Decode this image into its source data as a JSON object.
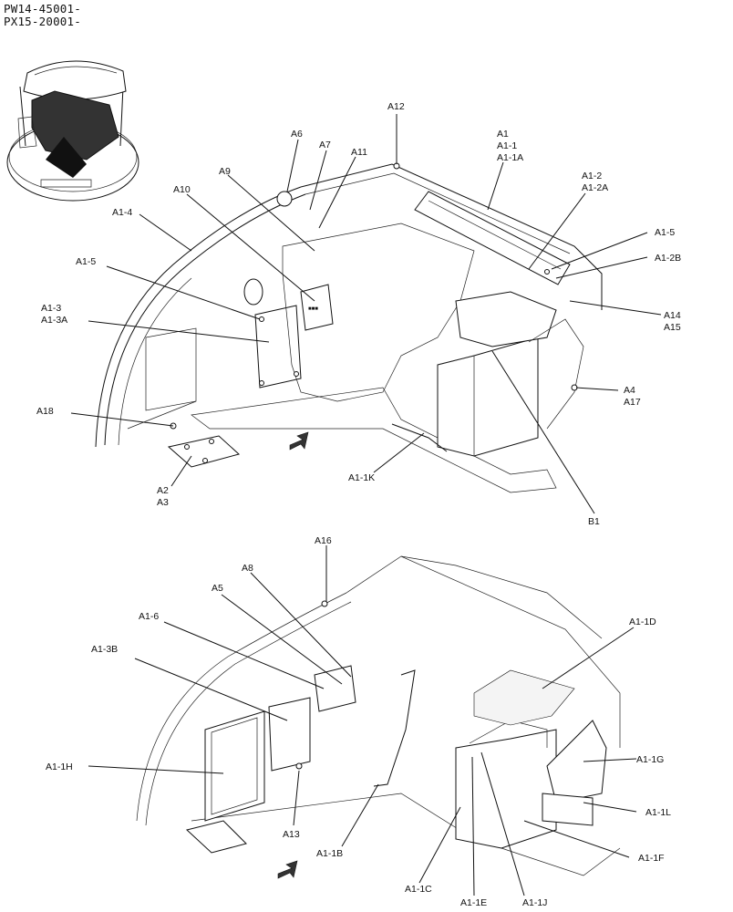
{
  "header": {
    "line1": "PW14-45001-",
    "line2": "PX15-20001-"
  },
  "callouts": {
    "A1": "A1",
    "A1_1": "A1-1",
    "A1_1A": "A1-1A",
    "A1_2": "A1-2",
    "A1_2A": "A1-2A",
    "A1_2B": "A1-2B",
    "A1_5_right": "A1-5",
    "A1_5_left": "A1-5",
    "A1_4": "A1-4",
    "A1_3": "A1-3",
    "A1_3A": "A1-3A",
    "A6": "A6",
    "A7": "A7",
    "A9": "A9",
    "A10": "A10",
    "A11": "A11",
    "A12": "A12",
    "A14": "A14",
    "A15": "A15",
    "A4": "A4",
    "A17": "A17",
    "A18": "A18",
    "A2": "A2",
    "A3": "A3",
    "A1_1K": "A1-1K",
    "B1": "B1",
    "A16": "A16",
    "A8": "A8",
    "A5": "A5",
    "A1_6": "A1-6",
    "A1_3B": "A1-3B",
    "A1_1D": "A1-1D",
    "A1_1G": "A1-1G",
    "A1_1H": "A1-1H",
    "A1_1L": "A1-1L",
    "A13": "A13",
    "A1_1B": "A1-1B",
    "A1_1F": "A1-1F",
    "A1_1C": "A1-1C",
    "A1_1E": "A1-1E",
    "A1_1J": "A1-1J"
  }
}
